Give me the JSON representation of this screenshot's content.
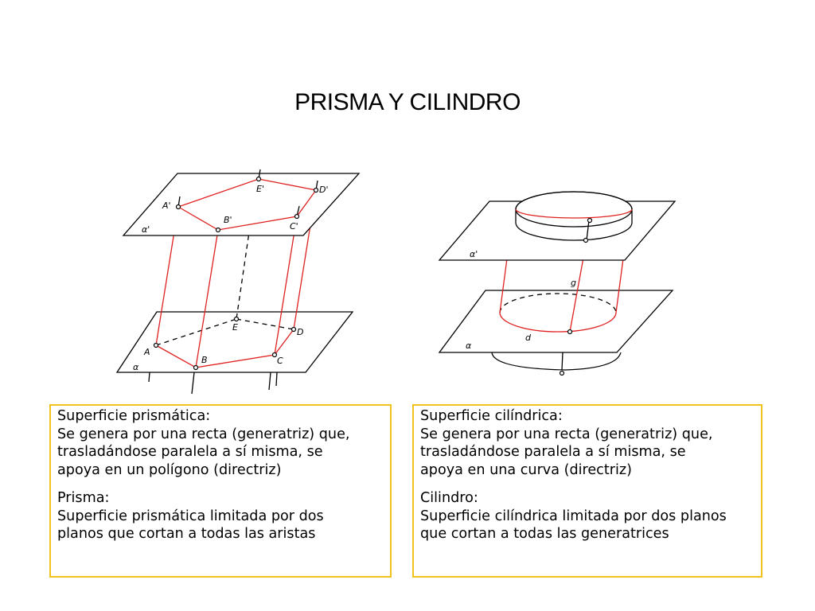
{
  "title": "PRISMA Y CILINDRO",
  "prism_figure": {
    "labels": {
      "A_top": "A'",
      "B_top": "B'",
      "C_top": "C'",
      "D_top": "D'",
      "E_top": "E'",
      "alpha_top": "α'",
      "A": "A",
      "B": "B",
      "C": "C",
      "D": "D",
      "E": "E",
      "alpha": "α"
    }
  },
  "cylinder_figure": {
    "labels": {
      "alpha_top": "α'",
      "g": "g",
      "d": "d",
      "alpha": "α"
    }
  },
  "box_prism": {
    "heading": "Superficie prismática:",
    "lines": [
      "Se genera por una recta (generatriz) que,",
      "trasladándose paralela a sí misma, se",
      "apoya en un polígono (directriz)"
    ],
    "heading2": "Prisma:",
    "lines2": [
      "Superficie prismática limitada por dos",
      "planos que cortan a todas las aristas"
    ]
  },
  "box_cylinder": {
    "heading": "Superficie cilíndrica:",
    "lines": [
      "Se genera por una recta (generatriz) que,",
      "trasladándose paralela a sí misma, se",
      "apoya en una curva (directriz)"
    ],
    "heading2": "Cilindro:",
    "lines2": [
      "Superficie cilíndrica limitada por dos planos",
      "que cortan a todas las generatrices"
    ]
  }
}
